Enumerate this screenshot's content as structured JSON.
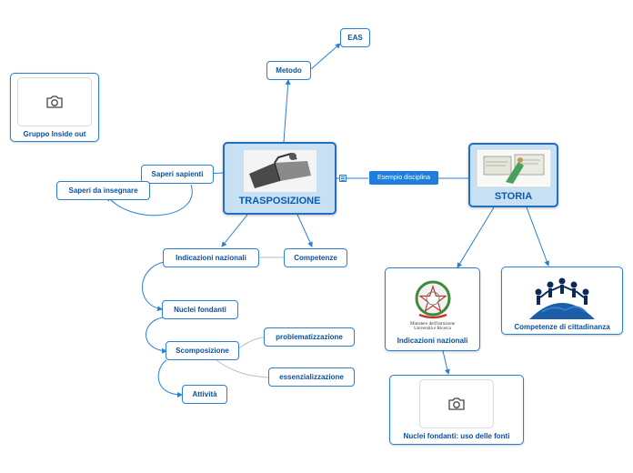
{
  "nodes": {
    "trasposizione": "TRASPOSIZIONE",
    "storia": "STORIA",
    "metodo": "Metodo",
    "eas": "EAS",
    "gruppo": "Gruppo Inside out",
    "saperi_sapienti": "Saperi sapienti",
    "saperi_insegnare": "Saperi da insegnare",
    "indicazioni": "Indicazioni nazionali",
    "competenze": "Competenze",
    "nuclei": "Nuclei fondanti",
    "scomposizione": "Scomposizione",
    "problematizzazione": "problematizzazione",
    "essenzializzazione": "essenzializzazione",
    "attivita": "Attività",
    "indicazioni_right": "Indicazioni nazionali",
    "competenze_cittadinanza": "Competenze di cittadinanza",
    "nuclei_fonti": "Nuclei fondanti: uso delle fonti"
  },
  "link_label": "Esempio disciplina",
  "emblem_text": {
    "line1": "Ministero dell'Istruzione",
    "line2": "Università e Ricerca"
  },
  "icons": {
    "camera": "camera-icon",
    "note": "note-icon",
    "book": "book-image",
    "kids": "children-globe-image",
    "emblem": "italian-emblem-image"
  },
  "colors": {
    "accent": "#1f7ddc",
    "line": "#2a7fd4",
    "central_bg": "#c7e0f4"
  }
}
